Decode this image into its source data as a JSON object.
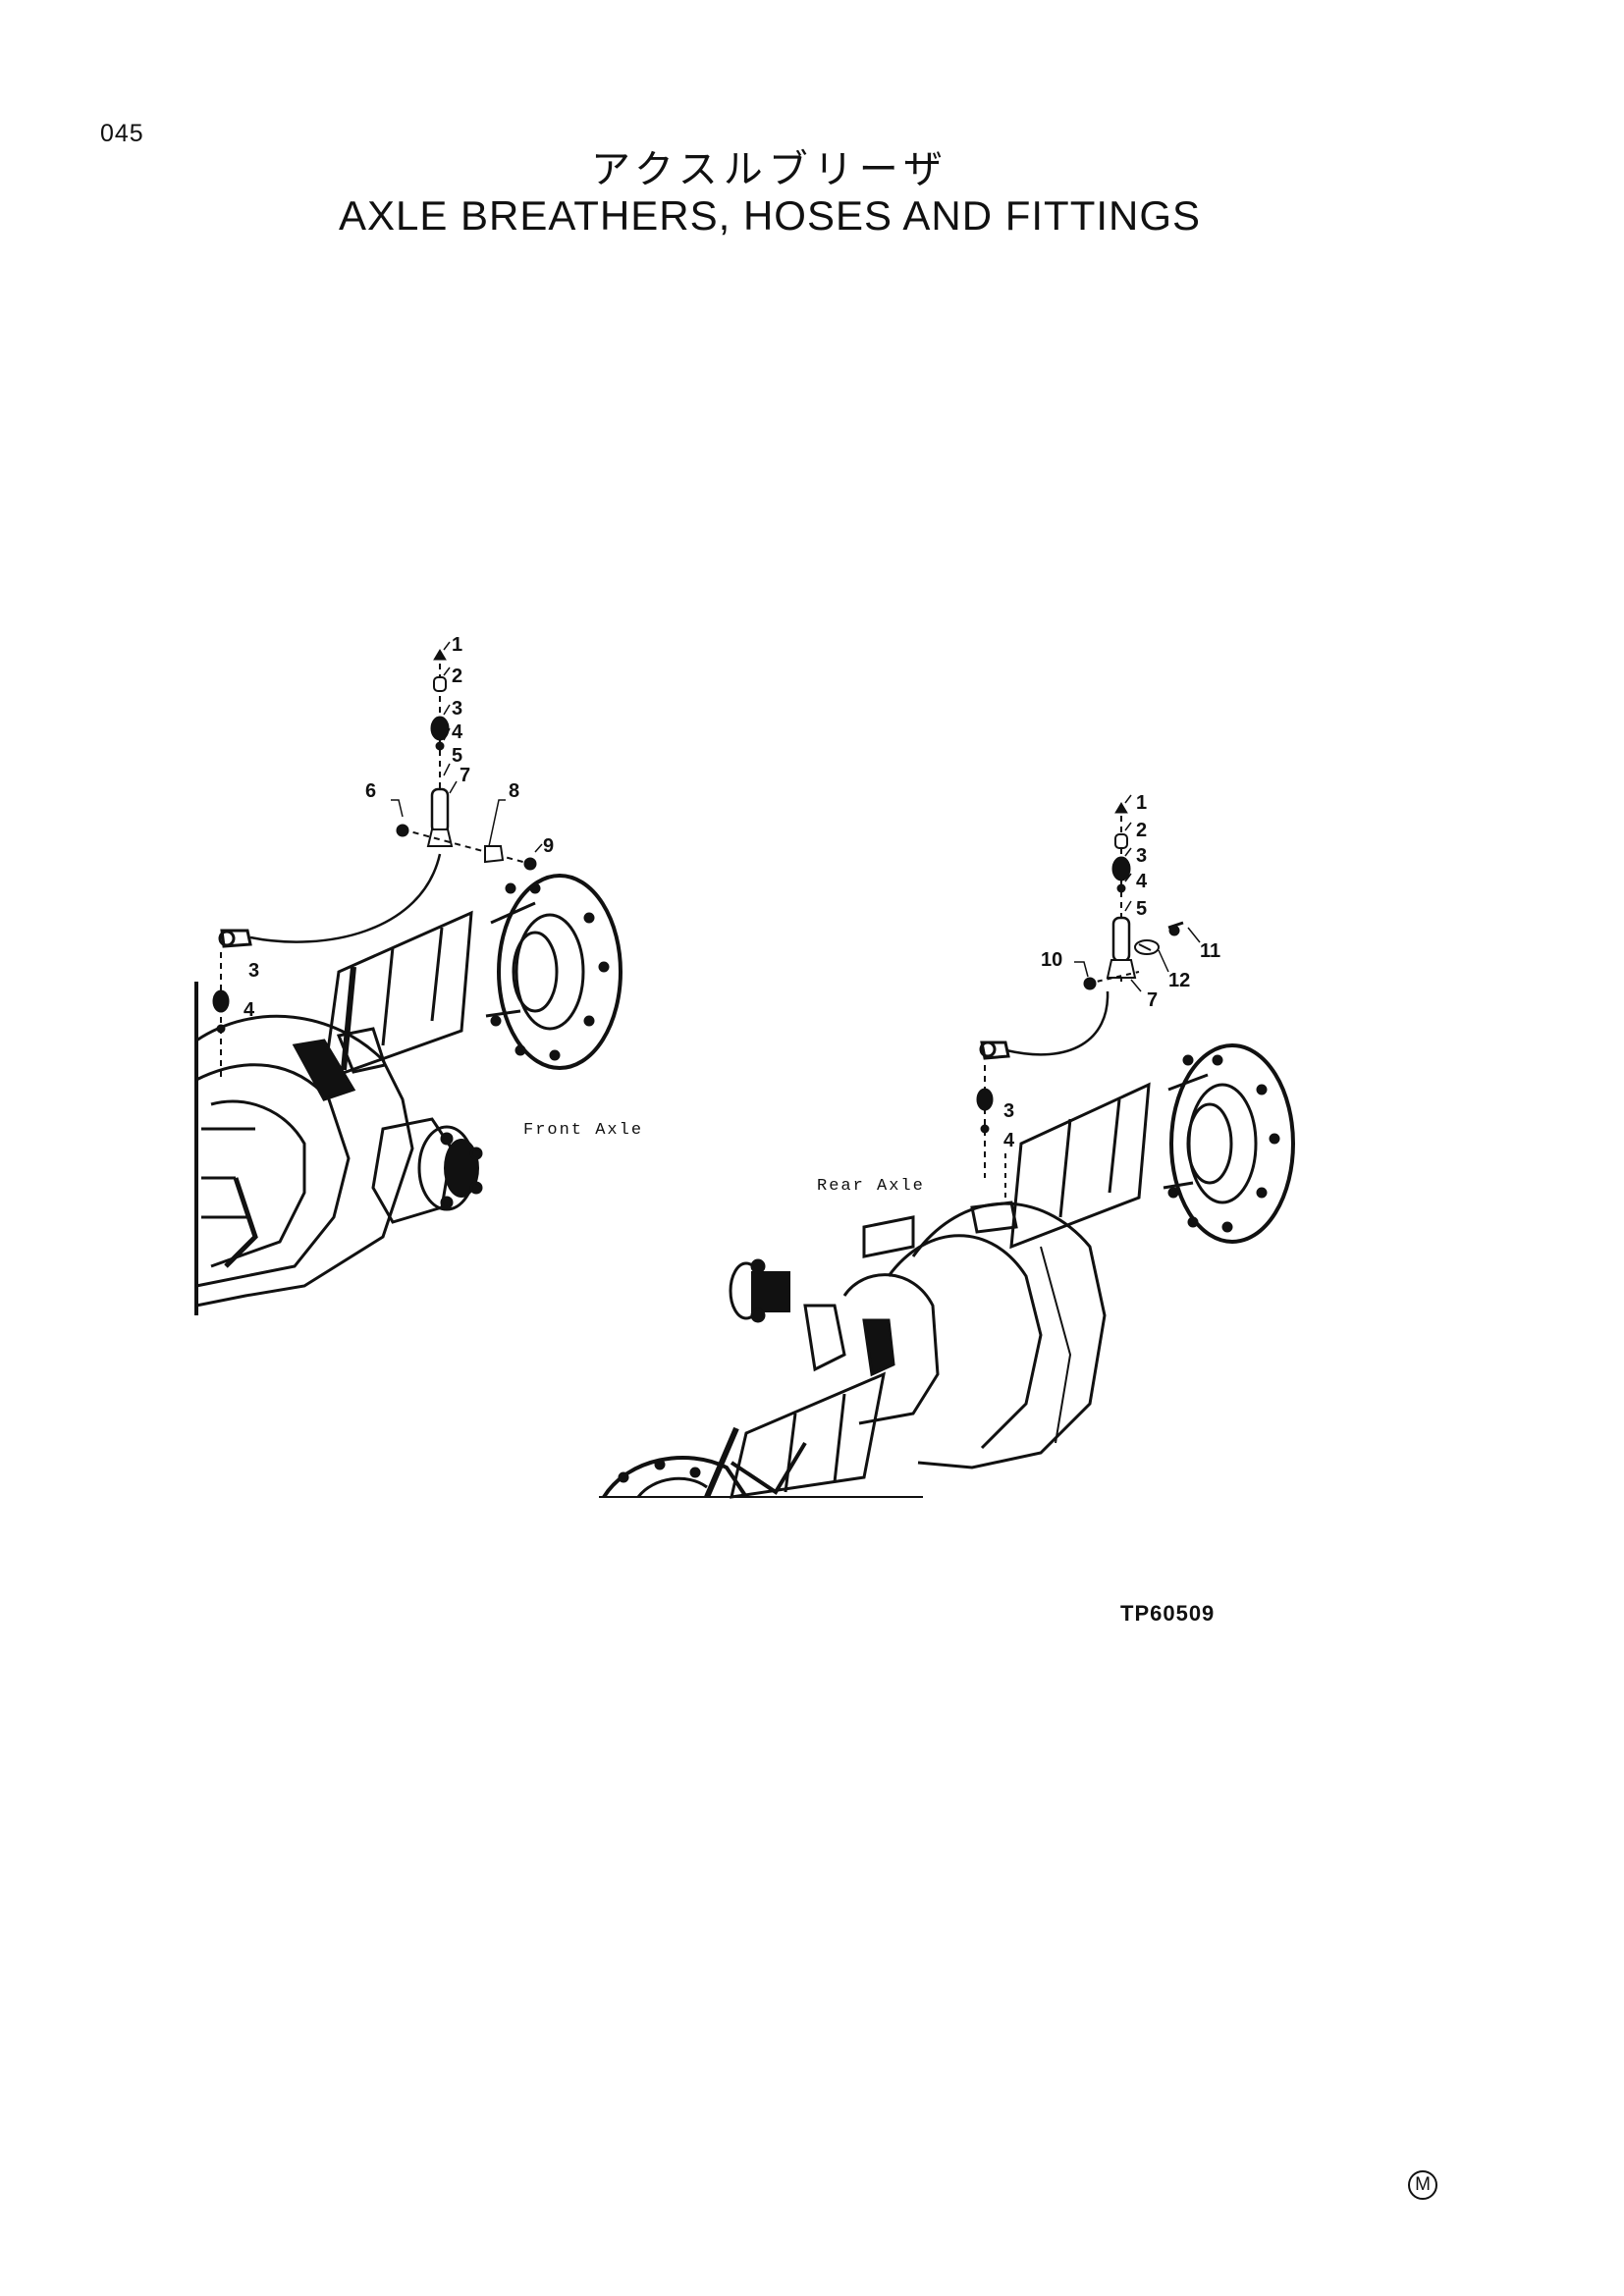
{
  "page": {
    "number": "045",
    "title_jp": "アクスルブリーザ",
    "title_en": "AXLE BREATHERS, HOSES AND FITTINGS",
    "reference_code": "TP60509",
    "mark": "M"
  },
  "front_axle": {
    "label": "Front Axle",
    "callouts": [
      "1",
      "2",
      "3",
      "4",
      "5",
      "6",
      "7",
      "8",
      "9",
      "3",
      "4"
    ]
  },
  "rear_axle": {
    "label": "Rear Axle",
    "callouts": [
      "1",
      "2",
      "3",
      "4",
      "5",
      "10",
      "11",
      "12",
      "7",
      "3",
      "4"
    ]
  }
}
